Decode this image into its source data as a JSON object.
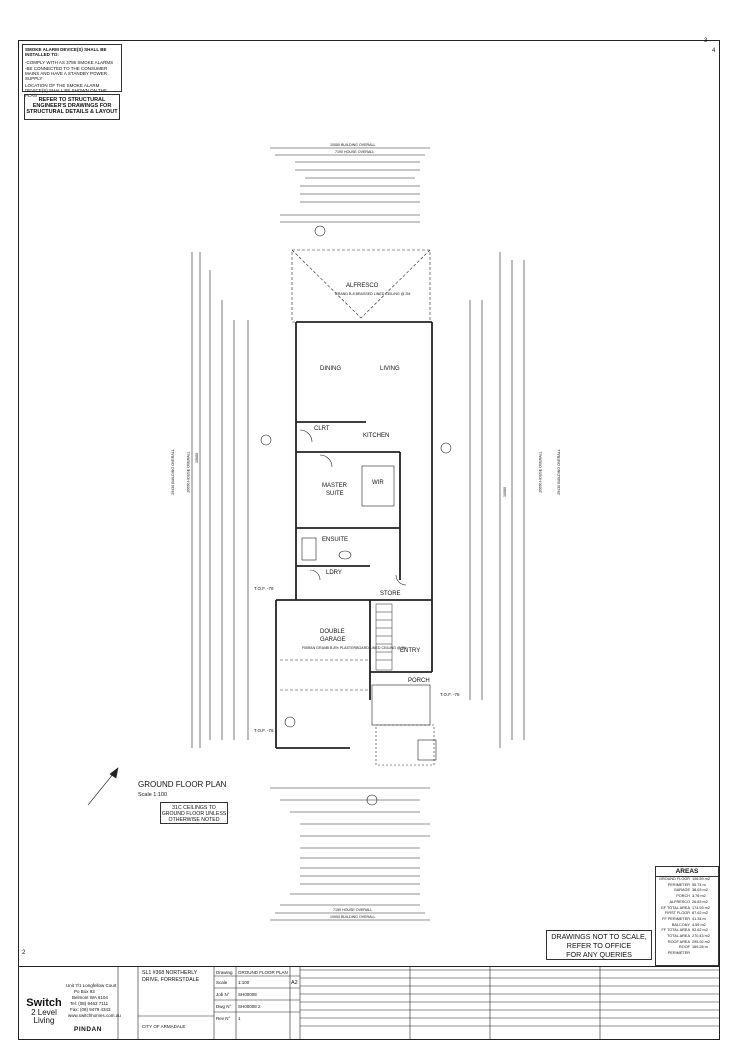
{
  "notes": {
    "smoke_title": "SMOKE ALARM DEVICE(S) SHALL BE INSTALLED TO:",
    "smoke_line1": "-COMPLY WITH AS 3786 SMOKE ALARMS",
    "smoke_line2": "-BE CONNECTED TO THE CONSUMER MAINS AND HAVE A STANDBY POWER SUPPLY",
    "smoke_line3": "LOCATION OF THE SMOKE ALARM DEVICE(S) SHALL BE SHOWN ON THE PLAN",
    "structural": "REFER TO STRUCTURAL ENGINEER'S DRAWINGS FOR STRUCTURAL DETAILS & LAYOUT"
  },
  "dimensions": {
    "building_overall_top": "10050 BUILDING OVERALL",
    "house_overall_top": "7190 HOUSE OVERALL",
    "house_overall_bottom": "7190 HOUSE OVERALL",
    "building_overall_bottom": "10050 BUILDING OVERALL",
    "house_overall_side": "26650 HOUSE OVERALL",
    "building_overall_side": "29430 BUILDING OVERALL",
    "left_dim": "15680",
    "right_dim": "10080"
  },
  "rooms": {
    "alfresco": "ALFRESCO",
    "alfresco_sub": "GRAND B-8 BRASSED LINED CEILING @ 2M",
    "dining": "DINING",
    "living": "LIVING",
    "kitchen": "KITCHEN",
    "clrt": "CLRT",
    "master": "MASTER",
    "suite": "SUITE",
    "wir": "WIR",
    "ensuite": "ENSUITE",
    "ldry": "LDRY",
    "store": "STORE",
    "double": "DOUBLE",
    "garage": "GARAGE",
    "garage_sub": "FIBRAN GRANB B-8% PLASTERBOARD LINED CEILING @ 2M",
    "entry": "ENTRY",
    "porch": "PORCH",
    "tof1": "T.O.F. -76",
    "tof2": "T.O.F. -76",
    "tof3": "T.O.F. -76"
  },
  "plan": {
    "title": "GROUND FLOOR PLAN",
    "scale": "Scale 1:100",
    "ceilings_note": "31C CEILINGS TO GROUND FLOOR UNLESS OTHERWISE NOTED"
  },
  "areas": {
    "title": "AREAS",
    "rows": [
      {
        "k": "GROUND FLOOR",
        "v": "106.59 m2"
      },
      {
        "k": "PERIMETER",
        "v": "55.74 m"
      },
      {
        "k": "GARAGE",
        "v": "38.03 m2"
      },
      {
        "k": "PORCH",
        "v": "3.76 m2"
      },
      {
        "k": "ALFRESCO",
        "v": "26.63 m2"
      },
      {
        "k": "GF TOTAL AREA",
        "v": "174.93 m2"
      },
      {
        "k": "FIRST FLOOR",
        "v": "87.62 m2"
      },
      {
        "k": "FF PERIMETER",
        "v": "41.34 m"
      },
      {
        "k": "BALCONY",
        "v": "4.59 m2"
      },
      {
        "k": "FF TOTAL AREA",
        "v": "92.62 m2"
      },
      {
        "k": "TOTAL AREA",
        "v": "270.43 m2"
      },
      {
        "k": "ROOF AREA",
        "v": "295.92 m2"
      },
      {
        "k": "ROOF PERIMETER",
        "v": "169.28 m"
      }
    ]
  },
  "disclaimer": {
    "line1": "DRAWINGS NOT TO SCALE,",
    "line2": "REFER TO OFFICE",
    "line3": "FOR ANY QUERIES"
  },
  "title_block": {
    "address1": "Unit 7/1 Longfellow Court",
    "address2": "Po Box 93",
    "address3": "Belmont  WA  6104",
    "tel": "Tel: (08) 9463 7111",
    "fax": "Fax: (08) 9479 4343",
    "web": "www.switchhomes.com.au",
    "brand": "Switch",
    "brand_sub1": "2 Level",
    "brand_sub2": "Living",
    "partner": "PINDAN",
    "project": "SL1 #368 NORTHERLY DRIVE, FORRESTDALE",
    "council": "CITY OF ARMADALE",
    "drawing_label": "Drawing",
    "drawing": "GROUND FLOOR PLAN",
    "scale_label": "Scale",
    "scale": "1:100",
    "size": "A2",
    "job_label": "Job N°",
    "job": "SH00008",
    "dwg_label": "Dwg N°",
    "dwg": "SH00008 2",
    "rev_label": "Rev N°",
    "rev": "1",
    "sheet_num": "3",
    "sheet_total": "4",
    "corner_num": "2"
  }
}
